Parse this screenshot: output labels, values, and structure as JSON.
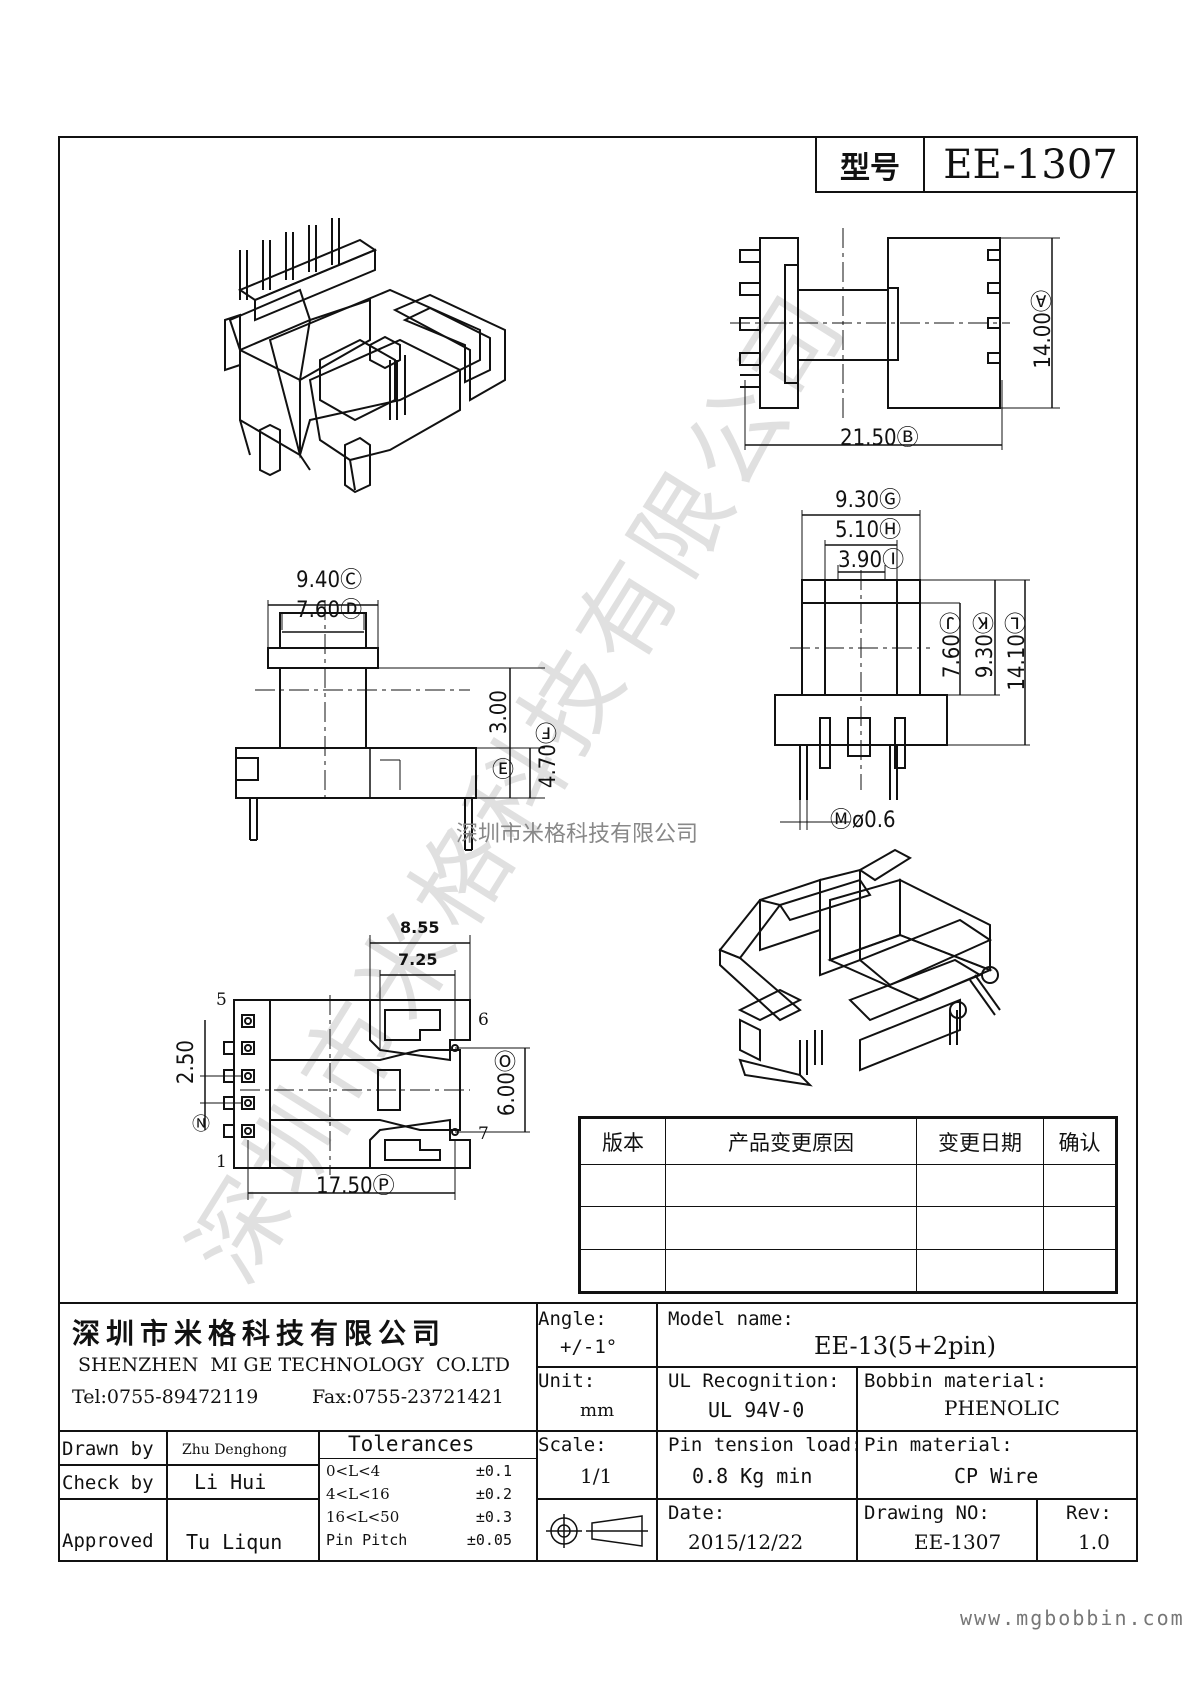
{
  "header": {
    "model_label": "型号",
    "model_value": "EE-1307"
  },
  "dimensions": {
    "a": "14.00",
    "a_tag": "A",
    "b": "21.50",
    "b_tag": "B",
    "c": "9.40",
    "c_tag": "C",
    "d": "7.60",
    "d_tag": "D",
    "e": "3.00",
    "e_tag": "E",
    "f": "4.70",
    "f_tag": "F",
    "g": "9.30",
    "g_tag": "G",
    "h": "5.10",
    "h_tag": "H",
    "i": "3.90",
    "i_tag": "I",
    "j": "7.60",
    "j_tag": "J",
    "k": "9.30",
    "k_tag": "K",
    "l": "14.10",
    "l_tag": "L",
    "m": "ø0.6",
    "m_tag": "M",
    "n": "2.50",
    "n_tag": "N",
    "o": "6.00",
    "o_tag": "O",
    "p": "17.50",
    "p_tag": "P",
    "top1": "8.55",
    "top2": "7.25"
  },
  "pins": {
    "p5": "5",
    "p1": "1",
    "p6": "6",
    "p7": "7"
  },
  "revision_table": {
    "headers": [
      "版本",
      "产品变更原因",
      "变更日期",
      "确认"
    ]
  },
  "title_block": {
    "company_cn": "深圳市米格科技有限公司",
    "company_en": "SHENZHEN  MI GE TECHNOLOGY  CO.LTD",
    "tel": "Tel:0755-89472119",
    "fax": "Fax:0755-23721421",
    "angle_label": "Angle:",
    "angle_value": "+/-1°",
    "model_name_label": "Model name:",
    "model_name_value": "EE-13(5+2pin)",
    "unit_label": "Unit:",
    "unit_value": "mm",
    "ul_label": "UL Recognition:",
    "ul_value": "UL 94V-0",
    "bobbin_label": "Bobbin material:",
    "bobbin_value": "PHENOLIC",
    "scale_label": "Scale:",
    "scale_value": "1/1",
    "pin_tension_label": "Pin tension load:",
    "pin_tension_value": "0.8 Kg min",
    "pin_material_label": "Pin material:",
    "pin_material_value": "CP Wire",
    "date_label": "Date:",
    "date_value": "2015/12/22",
    "drawing_no_label": "Drawing NO:",
    "drawing_no_value": "EE-1307",
    "rev_label": "Rev:",
    "rev_value": "1.0",
    "drawn_label": "Drawn by",
    "drawn_value": "Zhu Denghong",
    "check_label": "Check by",
    "check_value": "Li Hui",
    "approved_label": "Approved",
    "approved_value": "Tu Liqun",
    "tolerances_title": "Tolerances",
    "tolerances": [
      {
        "range": "0<L<4",
        "tol": "±0.1"
      },
      {
        "range": "4<L<16",
        "tol": "±0.2"
      },
      {
        "range": "16<L<50",
        "tol": "±0.3"
      },
      {
        "range": "Pin Pitch",
        "tol": "±0.05"
      }
    ]
  },
  "watermark": {
    "center": "深圳市米格科技有限公司",
    "diagonal": "深圳市米格科技有限公司",
    "footer_url": "www.mgbobbin.com"
  }
}
